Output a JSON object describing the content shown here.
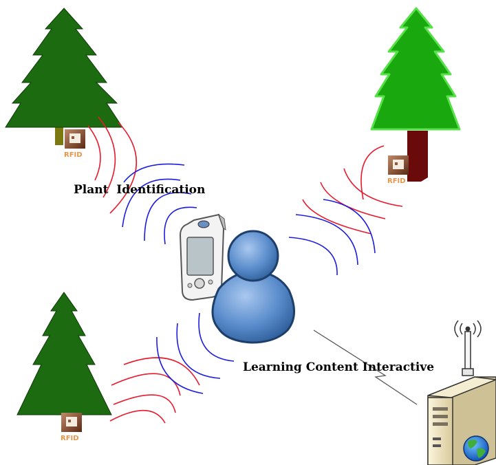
{
  "labels": {
    "plant_identification": "Plant  Identification",
    "learning_content": "Learning Content Interactive"
  },
  "rfid_tag_text": "RFID",
  "colors": {
    "tree_foliage": "#1c6b10",
    "tree_foliage_bright": "#19a80e",
    "tree_outline_bright": "#58e04a",
    "trunk_dark_red": "#6b0a0a",
    "trunk_olive": "#7a7a10",
    "signal_red": "#e8192c",
    "signal_blue": "#1c1ce0",
    "user_blue": "#4a7fc0",
    "server_beige": "#ede3bf"
  },
  "icons": [
    "tree-icon",
    "rfid-tag-icon",
    "pda-icon",
    "user-icon",
    "server-icon",
    "globe-icon",
    "antenna-icon"
  ]
}
